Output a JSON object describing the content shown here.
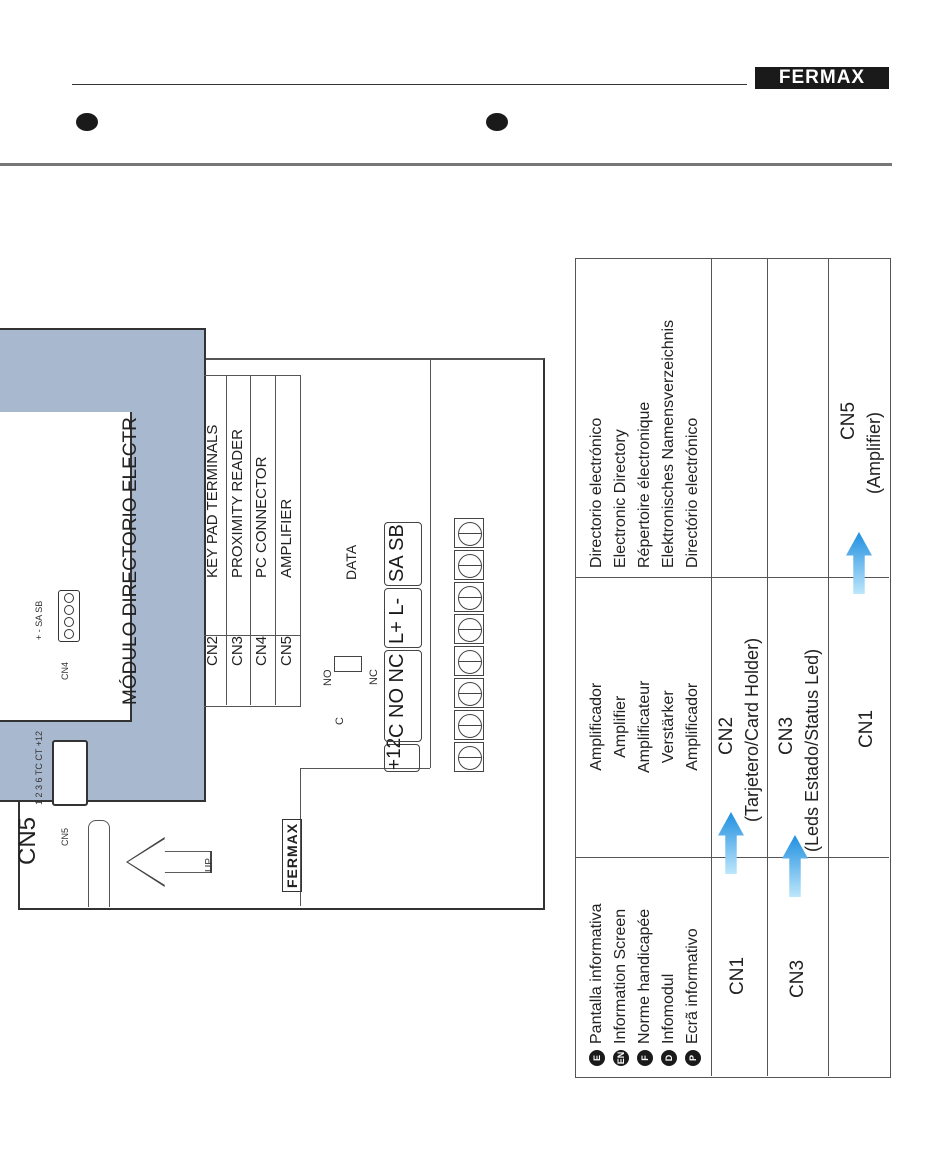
{
  "header": {
    "brand": "FERMAX"
  },
  "device": {
    "cn5_label": "CN5",
    "module_title": "MÓDULO DIRECTORIO ELECTR",
    "cn5_small": "CN5",
    "cn4_small": "CN4",
    "up_label": "UP",
    "data_label": "DATA",
    "brand_small": "FERMAX",
    "pin_labels_left": "1  2  3  6  TC CT +12",
    "pin_labels_right": "+  -  SA SB",
    "legend": [
      {
        "code": "CN2",
        "name": "KEY PAD TERMINALS"
      },
      {
        "code": "CN3",
        "name": "PROXIMITY READER"
      },
      {
        "code": "CN4",
        "name": "PC CONNECTOR"
      },
      {
        "code": "CN5",
        "name": "AMPLIFIER"
      }
    ],
    "terminals": [
      "+12",
      "C NO NC",
      "L+ L-",
      "SA SB"
    ],
    "relay": {
      "no": "NO",
      "c": "C",
      "nc": "NC"
    }
  },
  "table": {
    "languages": [
      {
        "code": "E",
        "label": "Pantalla informativa"
      },
      {
        "code": "EN",
        "label": "Information Screen"
      },
      {
        "code": "F",
        "label": "Norme handicapée"
      },
      {
        "code": "D",
        "label": "Infomodul"
      },
      {
        "code": "P",
        "label": "Ecrã informativo"
      }
    ],
    "amplifier": [
      "Amplificador",
      "Amplifier",
      "Amplificateur",
      "Verstärker",
      "Amplificador"
    ],
    "directory": [
      "Directorio electrónico",
      "Electronic Directory",
      "Répertoire électronique",
      "Elektronisches Namensverzeichnis",
      "Directório electrónico"
    ],
    "row1": {
      "left": "CN1",
      "mid_top": "CN2",
      "mid_bottom": "(Tarjetero/Card Holder)"
    },
    "row2": {
      "left": "CN3",
      "mid_top": "CN3",
      "mid_bottom": "(Leds Estado/Status Led)"
    },
    "row3": {
      "mid": "CN1",
      "right_top": "CN5",
      "right_bottom": "(Amplifier)"
    }
  },
  "colors": {
    "arrow_top": "#1f8fe0",
    "arrow_bottom": "#bde6fb",
    "panel": "#a8b8cf"
  }
}
